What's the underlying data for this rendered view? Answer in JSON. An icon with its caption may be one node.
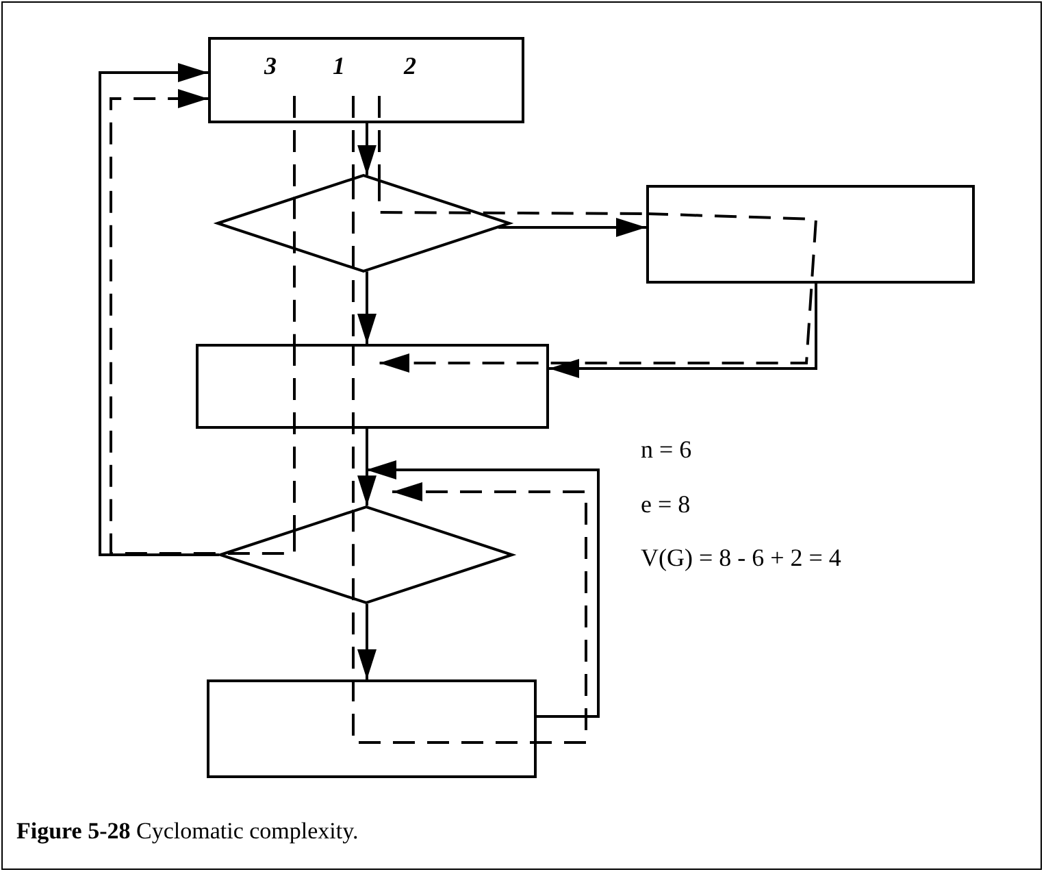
{
  "diagram": {
    "caption": "**Figure 5-28** Cyclomatic complexity.",
    "nodes": [
      {
        "text": [],
        "shape": "box"
      },
      {
        "text": [],
        "shape": "diamond"
      },
      {
        "text": [],
        "shape": "box"
      },
      {
        "text": [],
        "shape": "box"
      },
      {
        "text": [],
        "shape": "diamond"
      },
      {
        "text": [],
        "shape": "box"
      }
    ],
    "edges": [
      {
        "from": 0,
        "to": 1,
        "arrow": "to"
      },
      {
        "from": 1,
        "to": 2,
        "arrow": "to"
      },
      {
        "from": 2,
        "to": 3,
        "arrow": "to"
      },
      {
        "from": 1,
        "to": 3,
        "arrow": "to"
      },
      {
        "from": 3,
        "to": 4,
        "arrow": "to"
      },
      {
        "from": 4,
        "to": 5,
        "arrow": "to"
      },
      {
        "from": 5,
        "to": 4,
        "arrow": "to"
      },
      {
        "from": 4,
        "to": 0,
        "arrow": "to"
      },
      {
        "from": 0,
        "to": 1,
        "arrow": "none",
        "style": "dashed"
      },
      {
        "from": 1,
        "to": 3,
        "arrow": "none",
        "style": "dashed"
      },
      {
        "from": 3,
        "to": 4,
        "arrow": "none",
        "style": "dashed"
      },
      {
        "from": 4,
        "to": 5,
        "arrow": "none",
        "style": "dashed"
      },
      {
        "from": 5,
        "to": 4,
        "arrow": "to",
        "style": "dashed"
      },
      {
        "from": 0,
        "to": 1,
        "arrow": "none",
        "style": "dashed"
      },
      {
        "from": 1,
        "to": 2,
        "arrow": "none",
        "style": "dashed"
      },
      {
        "from": 2,
        "to": 3,
        "arrow": "to",
        "style": "dashed"
      },
      {
        "from": 0,
        "to": 1,
        "arrow": "none",
        "style": "dashed"
      },
      {
        "from": 1,
        "to": 3,
        "arrow": "none",
        "style": "dashed"
      },
      {
        "from": 3,
        "to": 4,
        "arrow": "none",
        "style": "dashed"
      },
      {
        "from": 4,
        "to": 0,
        "arrow": "to",
        "style": "dashed"
      }
    ],
    "labels": [
      "3",
      "1",
      "2",
      "n = 6",
      "e = 8",
      "V(G) = 8 - 6 + 2 = 4"
    ]
  }
}
